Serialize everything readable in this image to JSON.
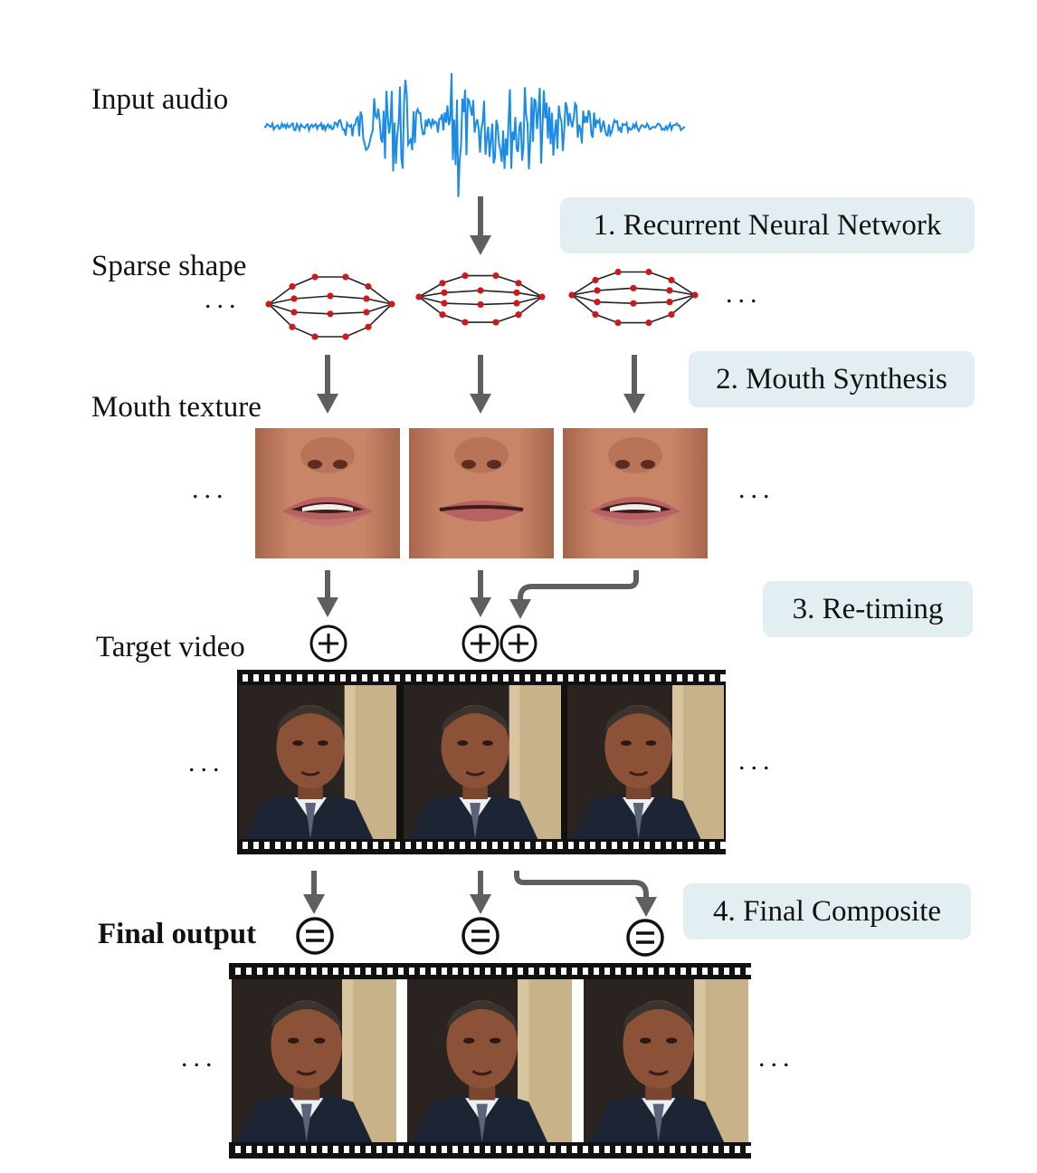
{
  "labels": {
    "input_audio": "Input audio",
    "sparse_shape": "Sparse shape",
    "mouth_texture": "Mouth texture",
    "target_video": "Target video",
    "final_output": "Final output"
  },
  "steps": [
    {
      "label": "1. Recurrent Neural Network"
    },
    {
      "label": "2. Mouth Synthesis"
    },
    {
      "label": "3. Re-timing"
    },
    {
      "label": "4. Final Composite"
    }
  ],
  "ellipsis": "...",
  "operators": {
    "plus": "+",
    "equals": "="
  },
  "colors": {
    "waveform": "#1a8ce8",
    "arrow": "#5f5f5f",
    "step_box": "#e2eef1",
    "landmark": "#cc1a1a",
    "film_strip": "#111111",
    "skin": "#c9876a",
    "background_frame": "#2a2320"
  }
}
